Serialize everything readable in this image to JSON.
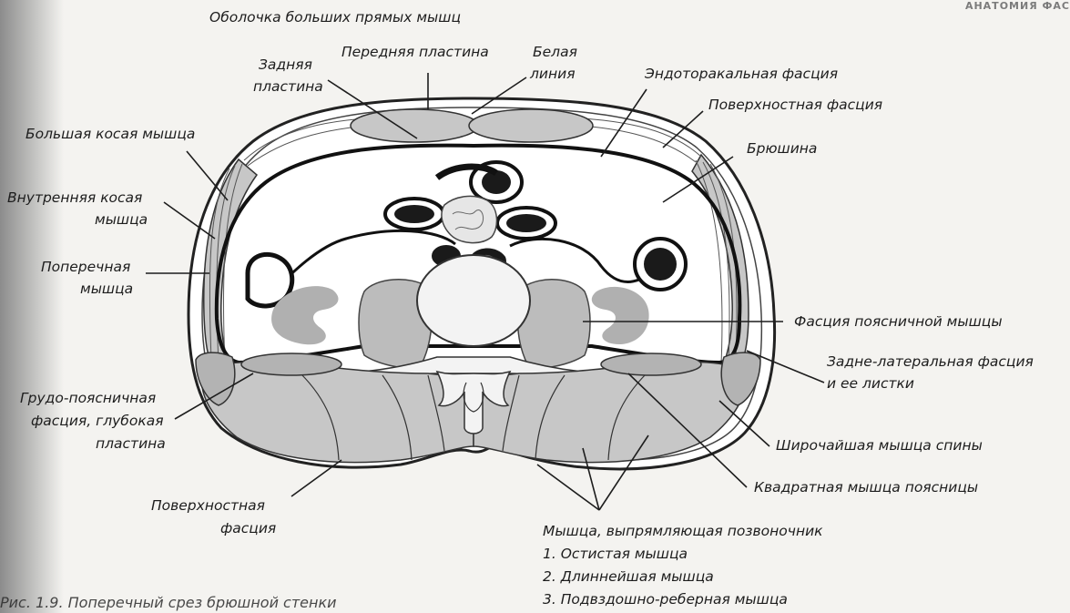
{
  "header": {
    "text": "АНАТОМИЯ ФАС"
  },
  "caption": {
    "text": "Рис. 1.9. Поперечный срез брюшной стенки"
  },
  "labels": {
    "rectus_sheath": "Оболочка больших прямых мышц",
    "posterior_lamina_1": "Задняя",
    "posterior_lamina_2": "пластина",
    "anterior_lamina": "Передняя пластина",
    "linea_alba_1": "Белая",
    "linea_alba_2": "линия",
    "endothoracic_fascia": "Эндоторакальная фасция",
    "superficial_fascia_right": "Поверхностная фасция",
    "peritoneum": "Брюшина",
    "external_oblique": "Большая косая мышца",
    "internal_oblique_1": "Внутренняя косая",
    "internal_oblique_2": "мышца",
    "transversus_1": "Поперечная",
    "transversus_2": "мышца",
    "psoas_fascia": "Фасция поясничной мышцы",
    "posterolateral_fascia_1": "Задне-латеральная фасция",
    "posterolateral_fascia_2": "и ее листки",
    "thoracolumbar_1": "Грудо-поясничная",
    "thoracolumbar_2": "фасция, глубокая",
    "thoracolumbar_3": "пластина",
    "latissimus": "Широчайшая мышца спины",
    "quadratus": "Квадратная мышца поясницы",
    "superficial_fascia_left_1": "Поверхностная",
    "superficial_fascia_left_2": "фасция",
    "erector_title": "Мышца, выпрямляющая позвоночник",
    "erector_1": "1. Остистая мышца",
    "erector_2": "2. Длиннейшая мышца",
    "erector_3": "3. Подвздошно-реберная мышца"
  },
  "colors": {
    "muscle": "#c7c7c7",
    "muscle_dark": "#b3b3b3",
    "psoas_gray": "#bcbcbc",
    "kidney_gray": "#b0b0b0",
    "bone": "#f3f3f3",
    "organ_dark": "#1a1a1a",
    "outline": "#222222"
  }
}
